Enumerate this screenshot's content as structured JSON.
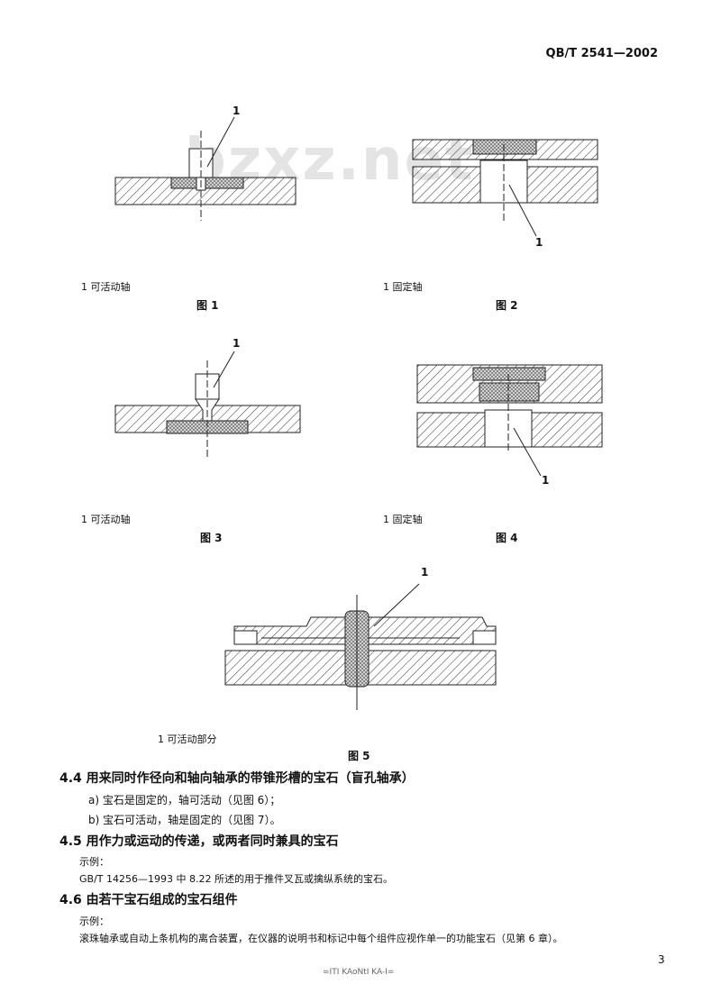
{
  "header": {
    "standard_no": "QB/T 2541—2002"
  },
  "watermark": "bzxz.net",
  "figures": [
    {
      "label": "1",
      "caption": "1  可活动轴",
      "title": "图 1"
    },
    {
      "label": "1",
      "caption": "1  固定轴",
      "title": "图 2"
    },
    {
      "label": "1",
      "caption": "1  可活动轴",
      "title": "图 3"
    },
    {
      "label": "1",
      "caption": "1  固定轴",
      "title": "图 4"
    },
    {
      "label": "1",
      "caption": "1  可活动部分",
      "title": "图 5"
    }
  ],
  "sections": [
    {
      "heading": "4.4  用来同时作径向和轴向轴承的带锥形槽的宝石（盲孔轴承）",
      "items": [
        "a)  宝石是固定的，轴可活动（见图 6）；",
        "b)  宝石可活动，轴是固定的（见图 7）。"
      ]
    },
    {
      "heading": "4.5  用作力或运动的传递，或两者同时兼具的宝石",
      "example_label": "示例：",
      "example": "GB/T 14256—1993 中 8.22 所述的用于推件叉瓦或擒纵系统的宝石。"
    },
    {
      "heading": "4.6  由若干宝石组成的宝石组件",
      "example_label": "示例：",
      "example": "滚珠轴承或自动上条机构的离合装置，在仪器的说明书和标记中每个组件应视作单一的功能宝石（见第 6 章）。"
    }
  ],
  "page_number": "3",
  "footer": "=ITI KAoNtI KA-I="
}
